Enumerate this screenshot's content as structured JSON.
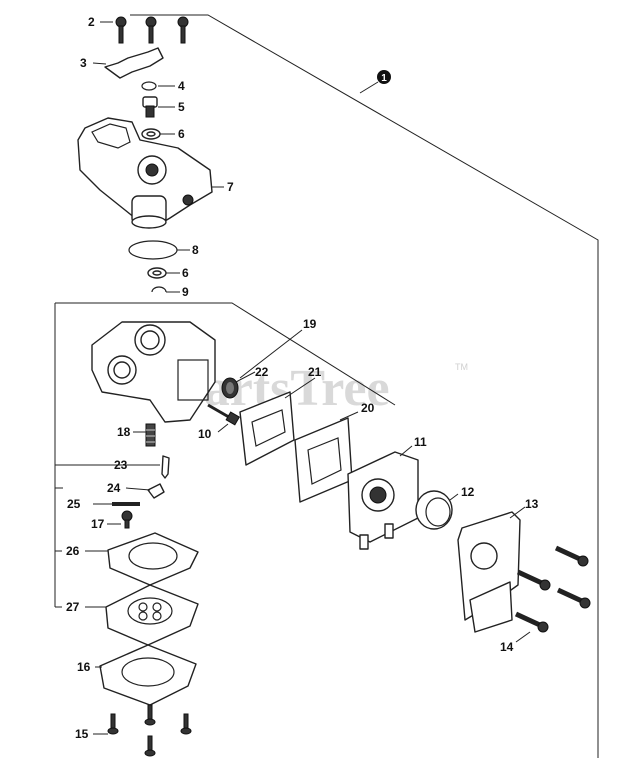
{
  "watermark": {
    "text": "PartsTree",
    "trademark": "TM"
  },
  "assembly_marker": "1",
  "callouts": [
    "2",
    "3",
    "4",
    "5",
    "6",
    "7",
    "8",
    "6",
    "9",
    "19",
    "22",
    "21",
    "20",
    "10",
    "11",
    "18",
    "23",
    "12",
    "24",
    "13",
    "25",
    "17",
    "26",
    "27",
    "14",
    "16",
    "15"
  ]
}
